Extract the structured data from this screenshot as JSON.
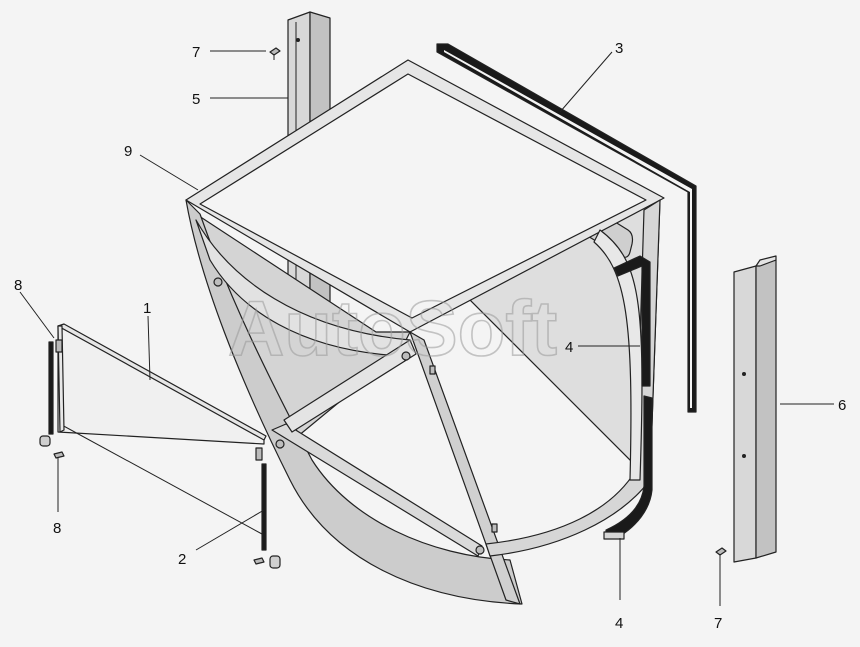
{
  "watermark": "AutoSoft",
  "callouts": [
    {
      "id": "c7a",
      "text": "7"
    },
    {
      "id": "c5",
      "text": "5"
    },
    {
      "id": "c9",
      "text": "9"
    },
    {
      "id": "c3",
      "text": "3"
    },
    {
      "id": "c8a",
      "text": "8"
    },
    {
      "id": "c1",
      "text": "1"
    },
    {
      "id": "c4a",
      "text": "4"
    },
    {
      "id": "c6",
      "text": "6"
    },
    {
      "id": "c8b",
      "text": "8"
    },
    {
      "id": "c2",
      "text": "2"
    },
    {
      "id": "c4b",
      "text": "4"
    },
    {
      "id": "c7b",
      "text": "7"
    }
  ],
  "colors": {
    "background": "#f4f4f4",
    "line": "#222222",
    "fill": "#d9d9d9",
    "dark": "#1a1a1a"
  }
}
